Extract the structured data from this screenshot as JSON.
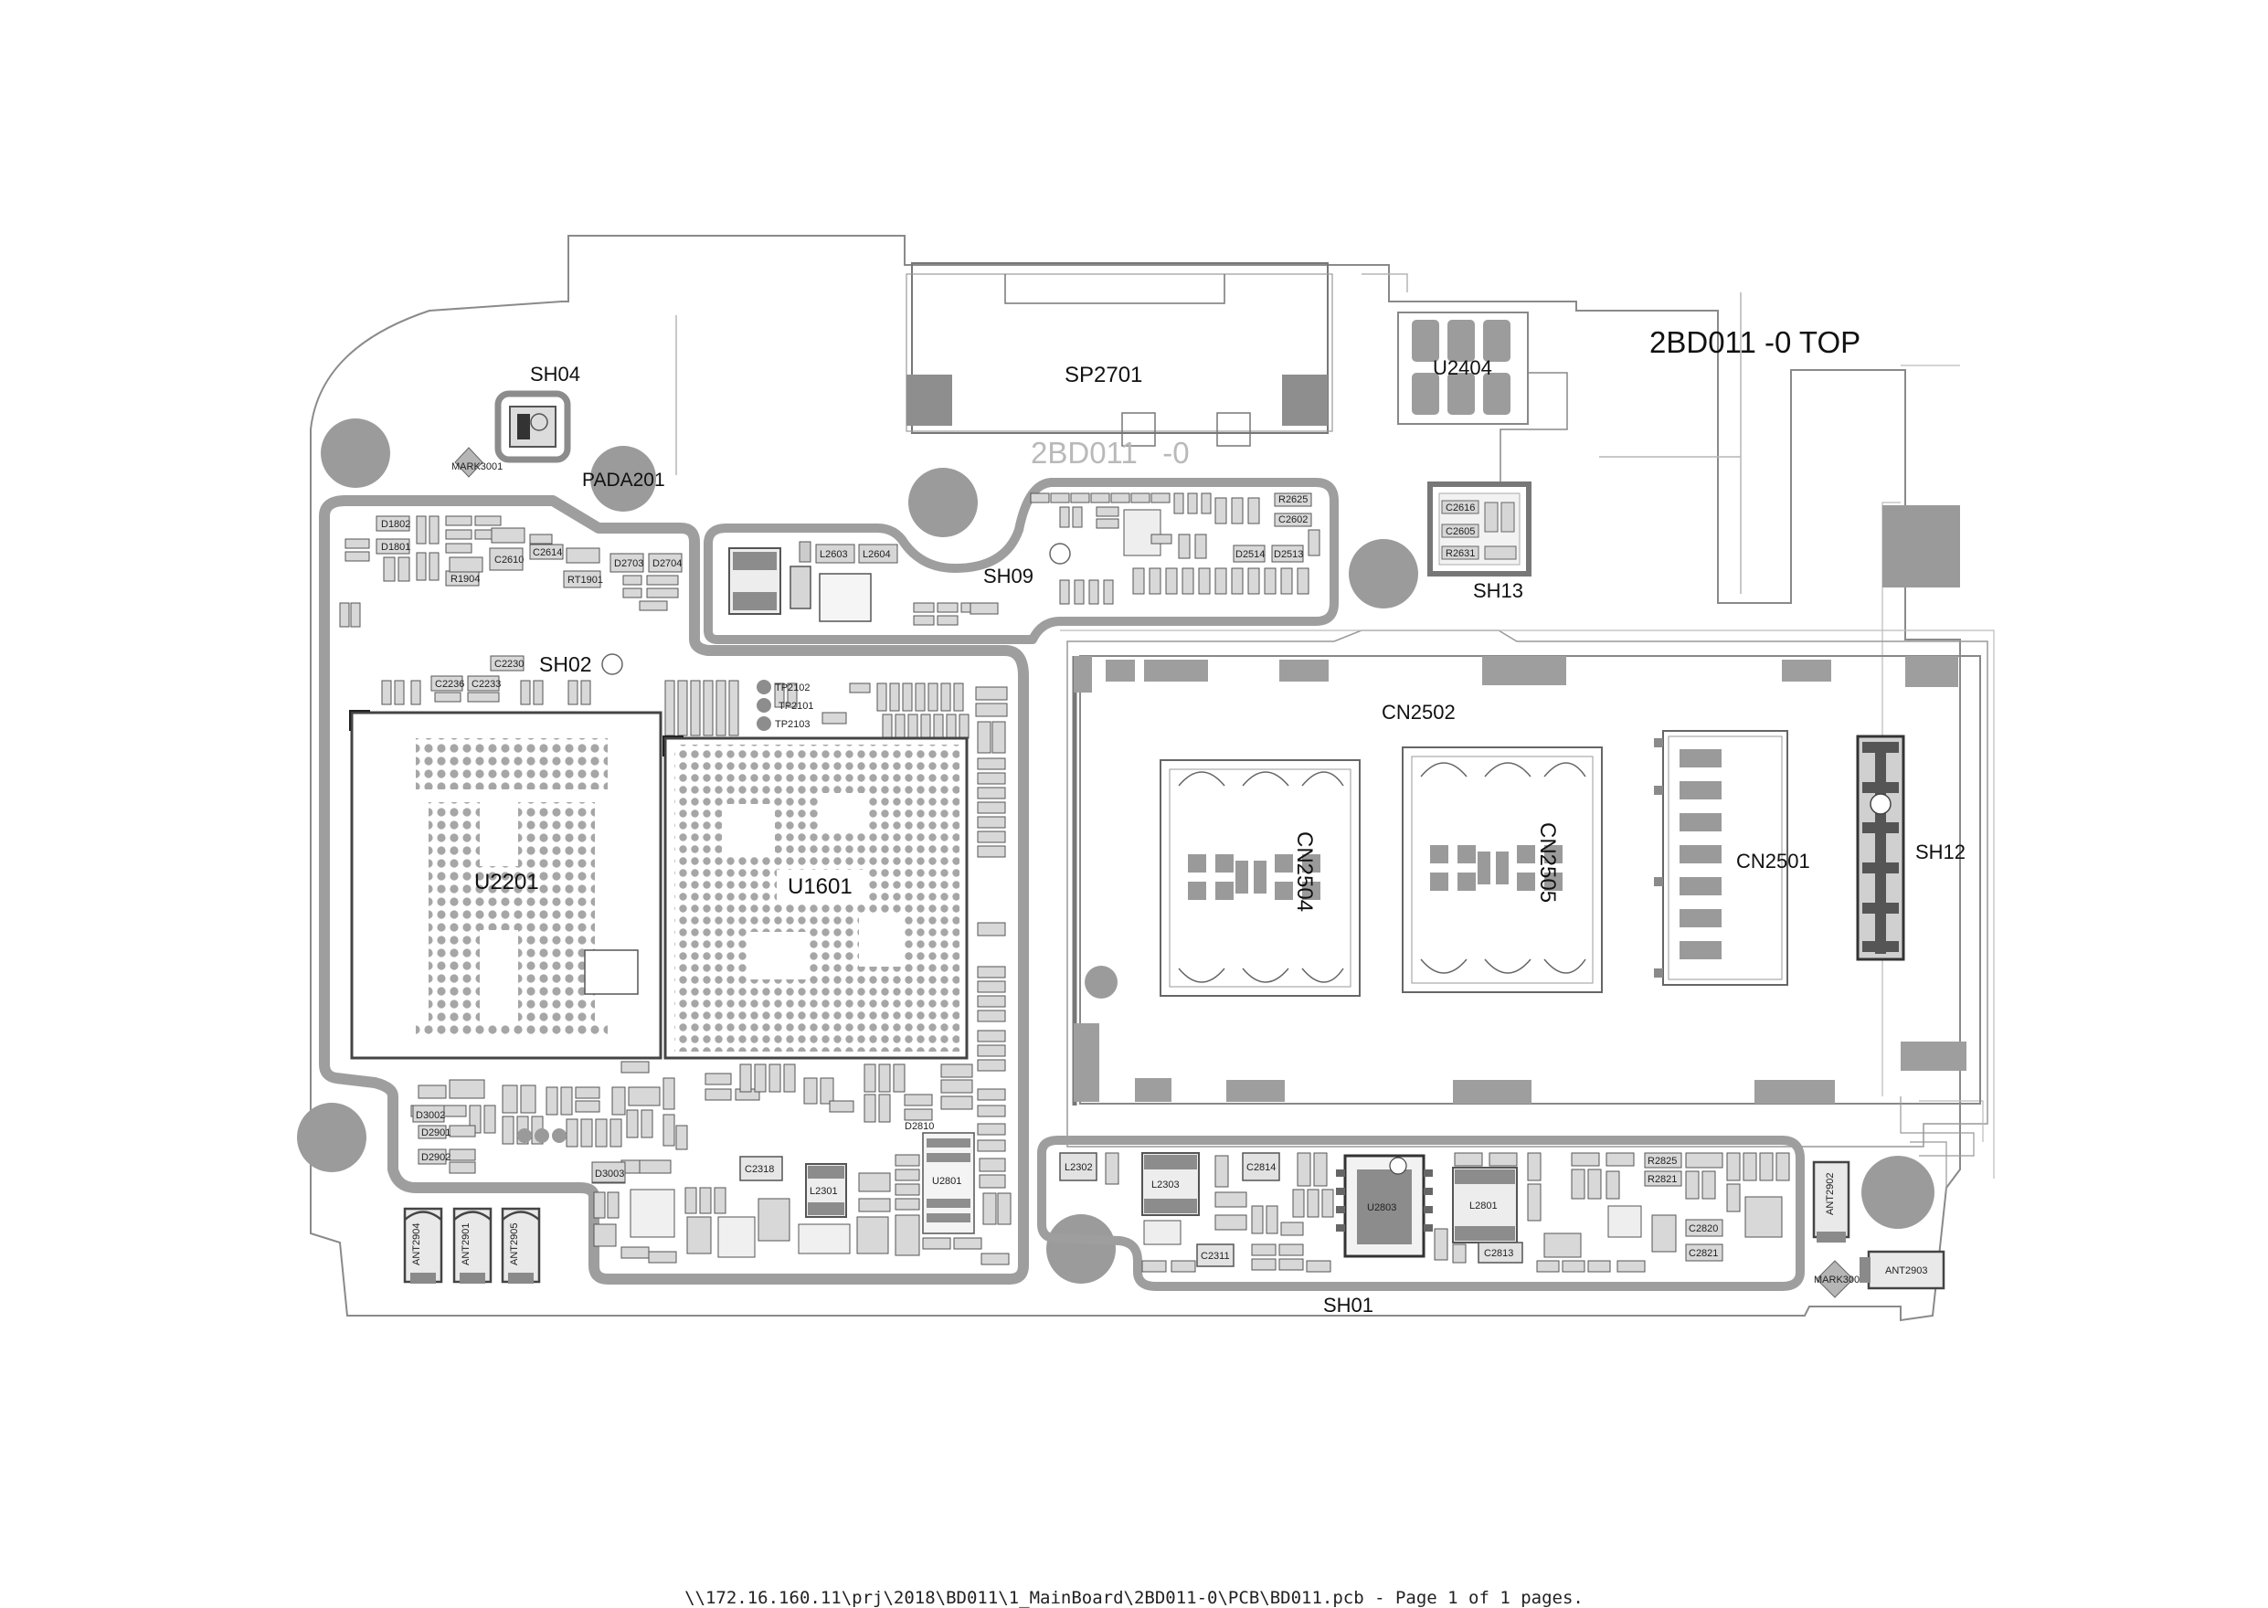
{
  "document": {
    "board_title": "2BD011 -0 TOP",
    "silkscreen_revision": "2BD011   -0",
    "footer": "\\\\172.16.160.11\\prj\\2018\\BD011\\1_MainBoard\\2BD011-0\\PCB\\BD011.pcb - Page 1 of 1 pages."
  },
  "components": {
    "sp2701": "SP2701",
    "u2404": "U2404",
    "sh04": "SH04",
    "pada201": "PADA201",
    "sh09": "SH09",
    "sh13": "SH13",
    "sh02": "SH02",
    "u2201": "U2201",
    "u1601": "U1601",
    "cn2502": "CN2502",
    "cn2504": "CN2504",
    "cn2505": "CN2505",
    "cn2501": "CN2501",
    "sh12": "SH12",
    "sh01": "SH01",
    "u2803": "U2803",
    "l2801": "L2801",
    "l2303": "L2303",
    "l2301": "L2301",
    "l2302": "L2302",
    "u2801": "U2801",
    "d3003": "D3003",
    "d3002": "D3002",
    "ant2904": "ANT2904",
    "ant2901": "ANT2901",
    "ant2905": "ANT2905",
    "ant2903": "ANT2903",
    "ant2902": "ANT2902",
    "mark3001": "MARK3001",
    "mark3002": "MARK3002",
    "tp2102": "TP2102",
    "tp2101": "TP2101",
    "tp2103": "TP2103",
    "c2318": "C2318",
    "c2813": "C2813",
    "c2820": "C2820",
    "c2821": "C2821",
    "c2814": "C2814",
    "c2311": "C2311",
    "l2603": "L2603",
    "l2604": "L2604",
    "rt1901": "RT1901",
    "r1904": "R1904",
    "d1801": "D1801",
    "d1802": "D1802",
    "c2230": "C2230",
    "c2236": "C2236",
    "c2233": "C2233",
    "c2616": "C2616",
    "c2605": "C2605",
    "r2631": "R2631",
    "d2703": "D2703",
    "d2704": "D2704",
    "d2514": "D2514",
    "d2513": "D2513",
    "d2810": "D2810",
    "d2901": "D2901",
    "d2902": "D2902",
    "r2625": "R2625",
    "c2602": "C2602",
    "r2825": "R2825",
    "r2821": "R2821",
    "c2610": "C2610",
    "c2614": "C2614"
  }
}
